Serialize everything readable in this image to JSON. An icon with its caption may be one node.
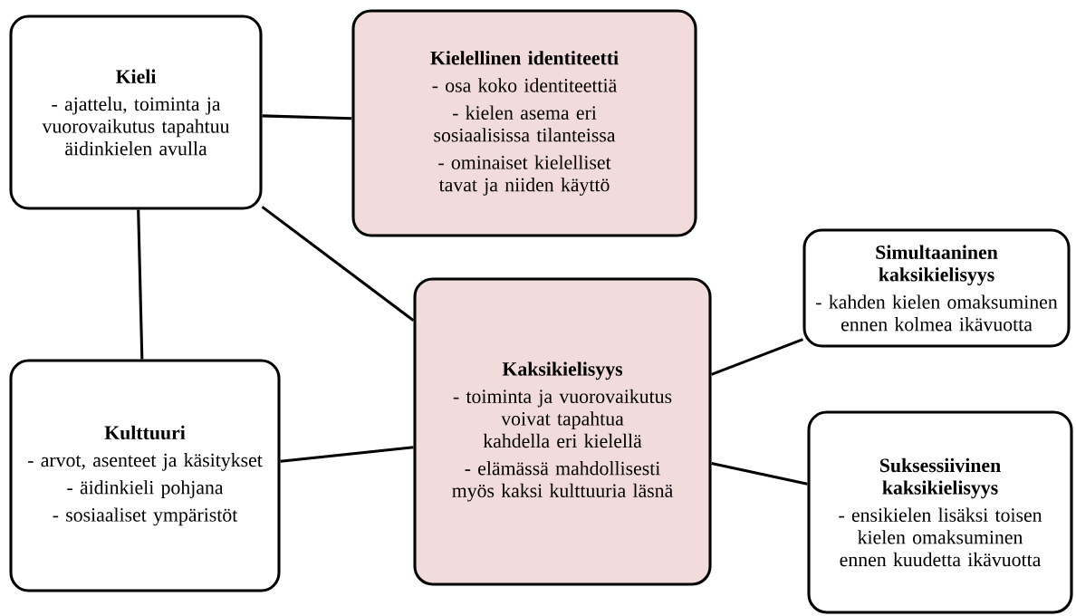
{
  "diagram": {
    "nodes": [
      {
        "text": [
          "Kieli",
          "- ajattelu, toiminta ja vuorovaikutus tapahtuu äidinkielen avulla"
        ]
      },
      {
        "text": [
          "Kielellinen identiteetti",
          "- osa koko identiteettiä",
          "- kielen asema eri sosiaalisissa tilanteissa",
          "- ominaiset kielelliset tavat ja niiden käyttö"
        ]
      },
      {
        "text": [
          "Simultaaninen kaksikielisyys",
          "- kahden kielen omaksuminen ennen kolmea ikävuotta"
        ]
      },
      {
        "text": [
          "Kaksikielisyys",
          "- toiminta ja vuorovaikutus voivat tapahtua kahdella eri kielellä",
          "- elämässä mahdollisesti myös kaksi kulttuuria läsnä"
        ]
      },
      {
        "text": [
          "Kulttuuri",
          "- arvot, asenteet ja käsitykset",
          "- äidinkieli pohjana",
          "- sosiaaliset ympäristöt"
        ]
      },
      {
        "text": [
          "Suksessiivinen kaksikielisyys",
          "- ensikielen lisäksi toisen kielen omaksuminen ennen kuudetta ikävuotta"
        ]
      }
    ],
    "edges": [
      {
        "from": 0,
        "to": 1,
        "arrow": "none"
      },
      {
        "from": 0,
        "to": 3,
        "arrow": "none"
      },
      {
        "from": 0,
        "to": 4,
        "arrow": "none"
      },
      {
        "from": 4,
        "to": 3,
        "arrow": "none"
      },
      {
        "from": 3,
        "to": 2,
        "arrow": "none"
      },
      {
        "from": 3,
        "to": 5,
        "arrow": "none"
      }
    ]
  }
}
